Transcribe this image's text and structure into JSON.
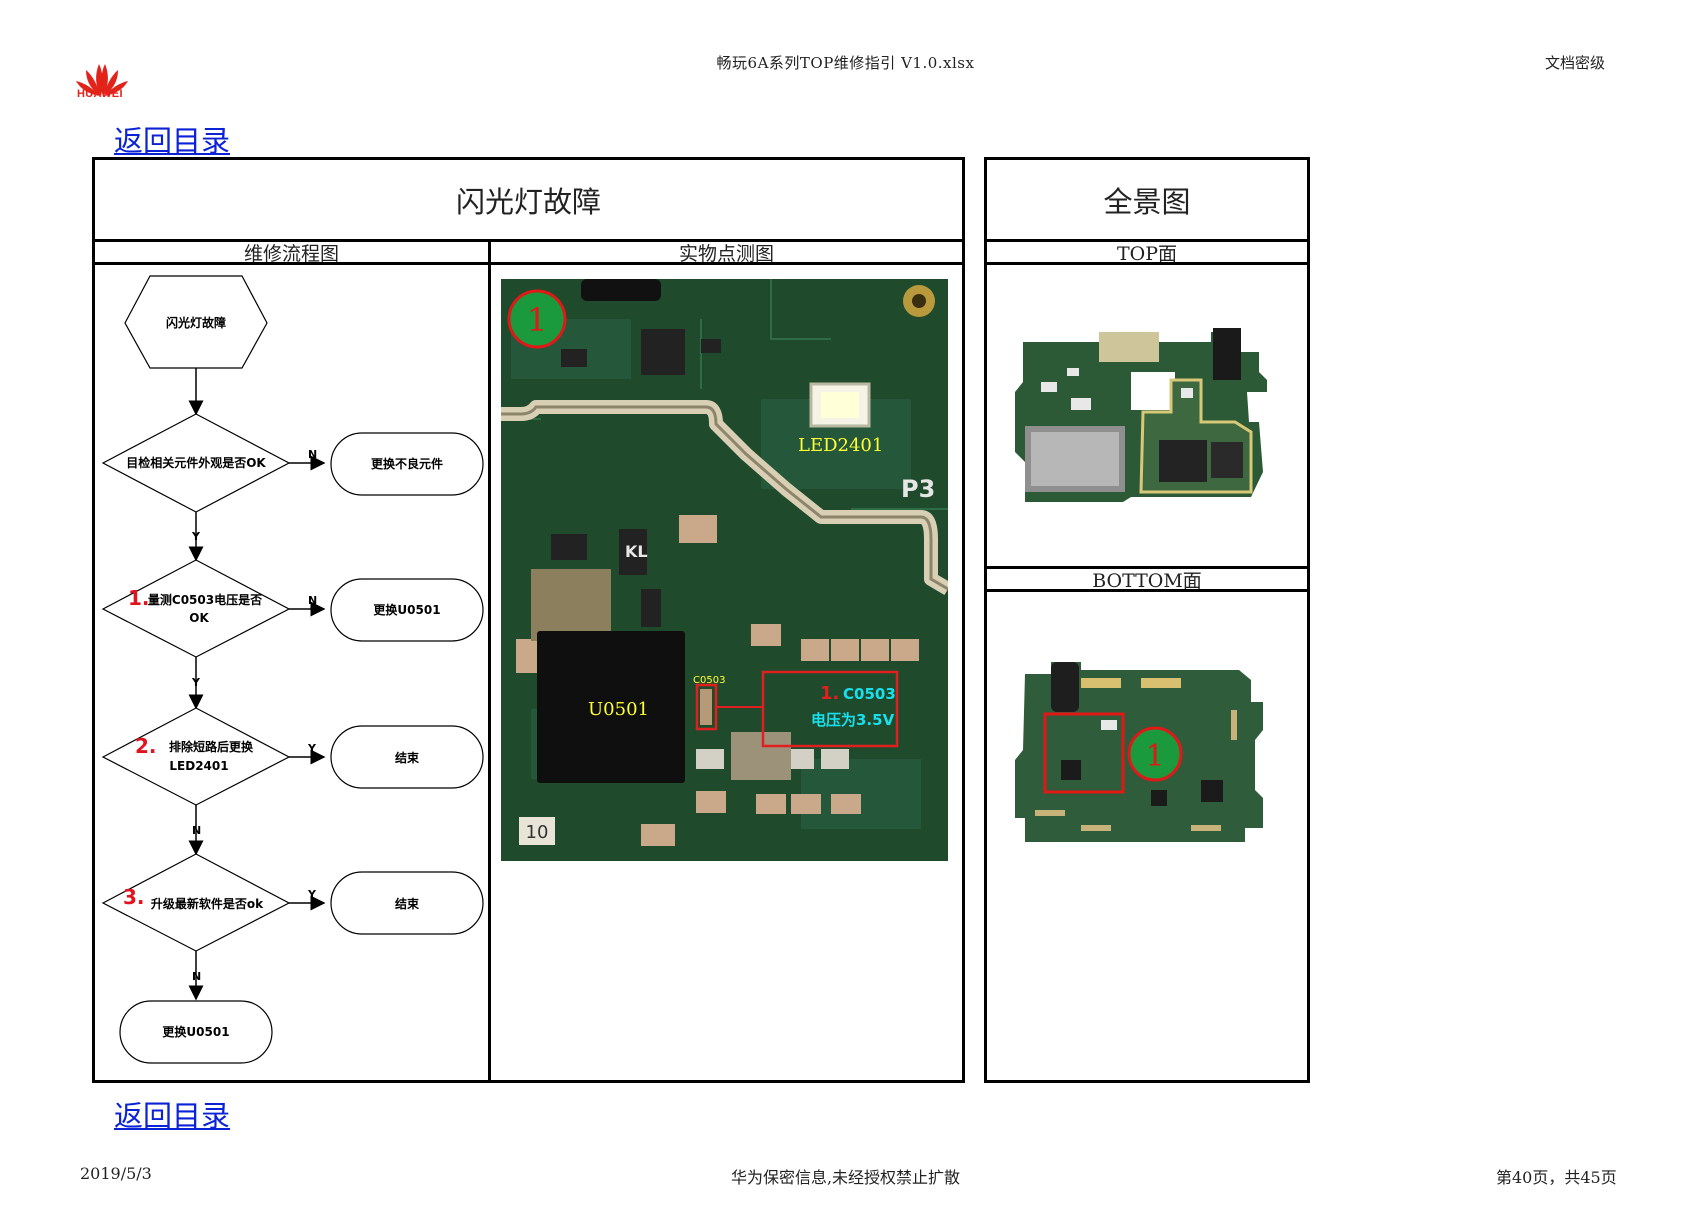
{
  "header": {
    "brand": "HUAWEI",
    "document_title": "畅玩6A系列TOP维修指引 V1.0.xlsx",
    "classification": "文档密级"
  },
  "back_link_label": "返回目录",
  "main_table": {
    "title": "闪光灯故障",
    "flow_header": "维修流程图",
    "photo_header": "实物点测图"
  },
  "side_table": {
    "title": "全景图",
    "top_header": "TOP面",
    "bottom_header": "BOTTOM面"
  },
  "flowchart": {
    "start": "闪光灯故障",
    "d1": "目检相关元件外观是否OK",
    "r1": "更换不良元件",
    "d2_num": "1.",
    "d2_line1": "量测C0503电压是否",
    "d2_line2": "OK",
    "r2": "更换U0501",
    "d3_num": "2.",
    "d3_line1": "排除短路后更换",
    "d3_line2": "LED2401",
    "r3": "结束",
    "d4_num": "3.",
    "d4_text": "升级最新软件是否ok",
    "r4": "结束",
    "end": "更换U0501",
    "label_n": "N",
    "label_y": "Y"
  },
  "photo_labels": {
    "marker": "1",
    "led": "LED2401",
    "p3": "P3",
    "chip": "U0501",
    "cap_small": "C0503",
    "note_num": "1.",
    "note_line1": "C0503",
    "note_line2": "电压为3.5V",
    "silk_10": "10",
    "silk_kl": "KL"
  },
  "bottom_marker": "1",
  "footer": {
    "date": "2019/5/3",
    "notice": "华为保密信息,未经授权禁止扩散",
    "page": "第40页，共45页"
  }
}
